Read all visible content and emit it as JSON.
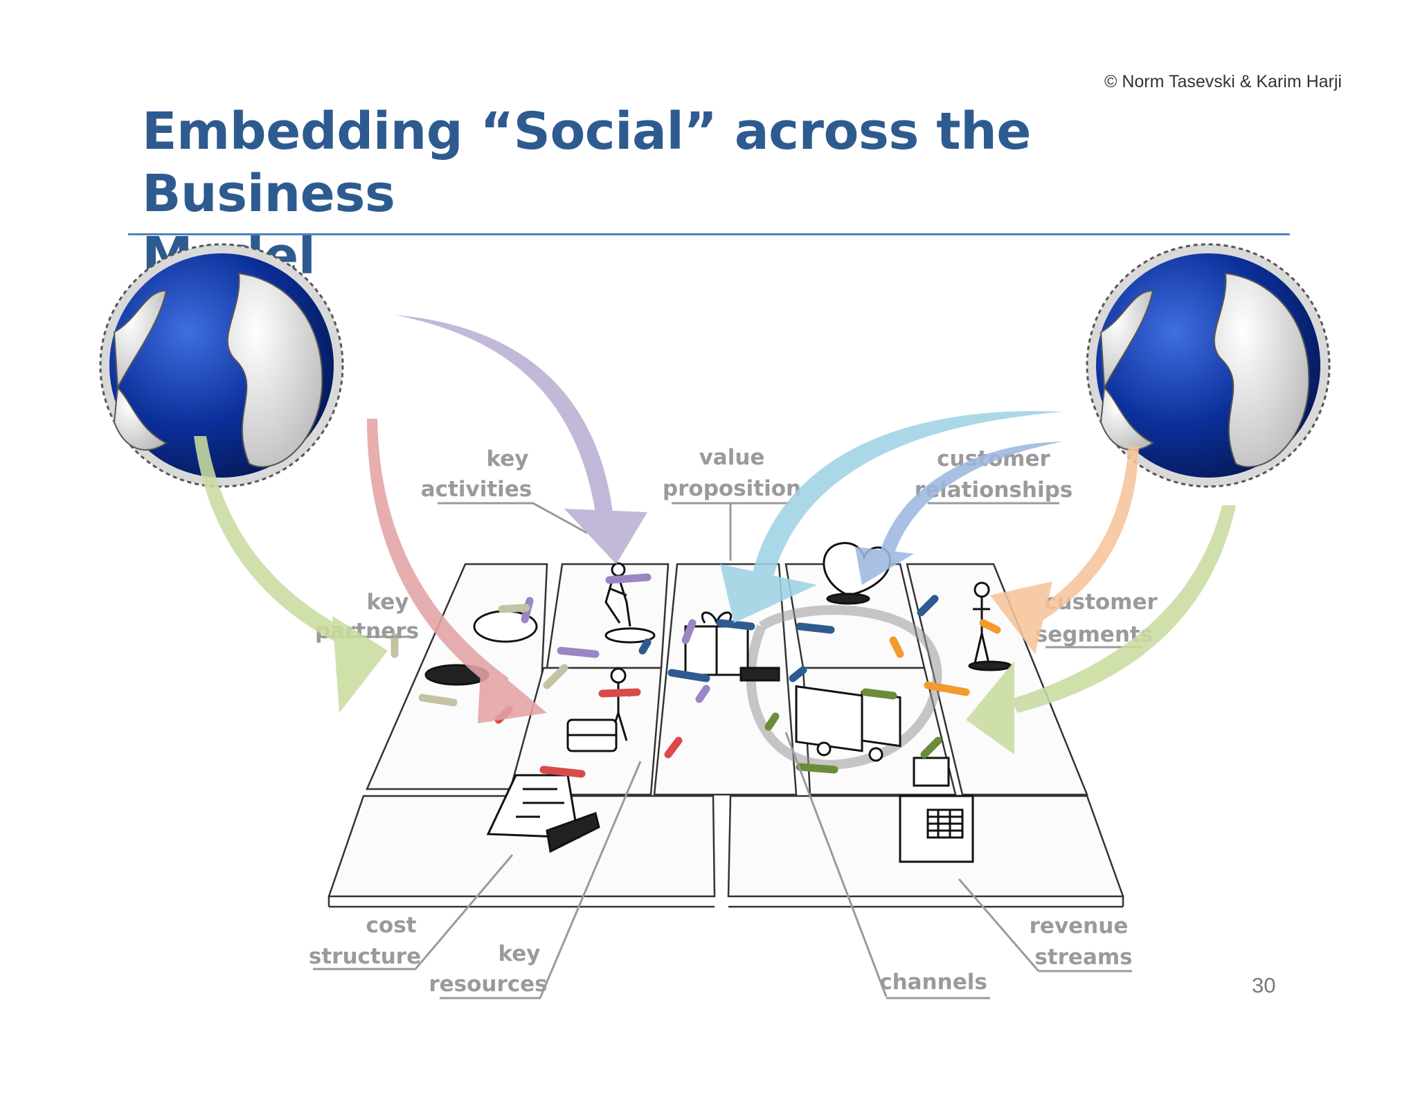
{
  "copyright": "© Norm Tasevski & Karim Harji",
  "title_line1": "Embedding “Social” across the Business",
  "title_line2": "Model",
  "page_number": "30",
  "labels": {
    "key_activities": [
      "key",
      "activities"
    ],
    "value_proposition": [
      "value",
      "proposition"
    ],
    "customer_relationships": [
      "customer",
      "relationships"
    ],
    "key_partners": [
      "key",
      "partners"
    ],
    "customer_segments": [
      "customer",
      "segments"
    ],
    "cost_structure": [
      "cost",
      "structure"
    ],
    "key_resources": [
      "key",
      "resources"
    ],
    "channels": "channels",
    "revenue_streams": [
      "revenue",
      "streams"
    ]
  },
  "colors": {
    "title": "#2e5b8f",
    "rule": "#4f81bd",
    "arrow_purple": "#b9aed3",
    "arrow_red": "#e3a3a3",
    "arrow_green": "#c9dca0",
    "arrow_cyan": "#9fd3e3",
    "arrow_blue": "#9db8e0",
    "arrow_orange": "#f5c49a",
    "globe": "#0a2c8c"
  }
}
